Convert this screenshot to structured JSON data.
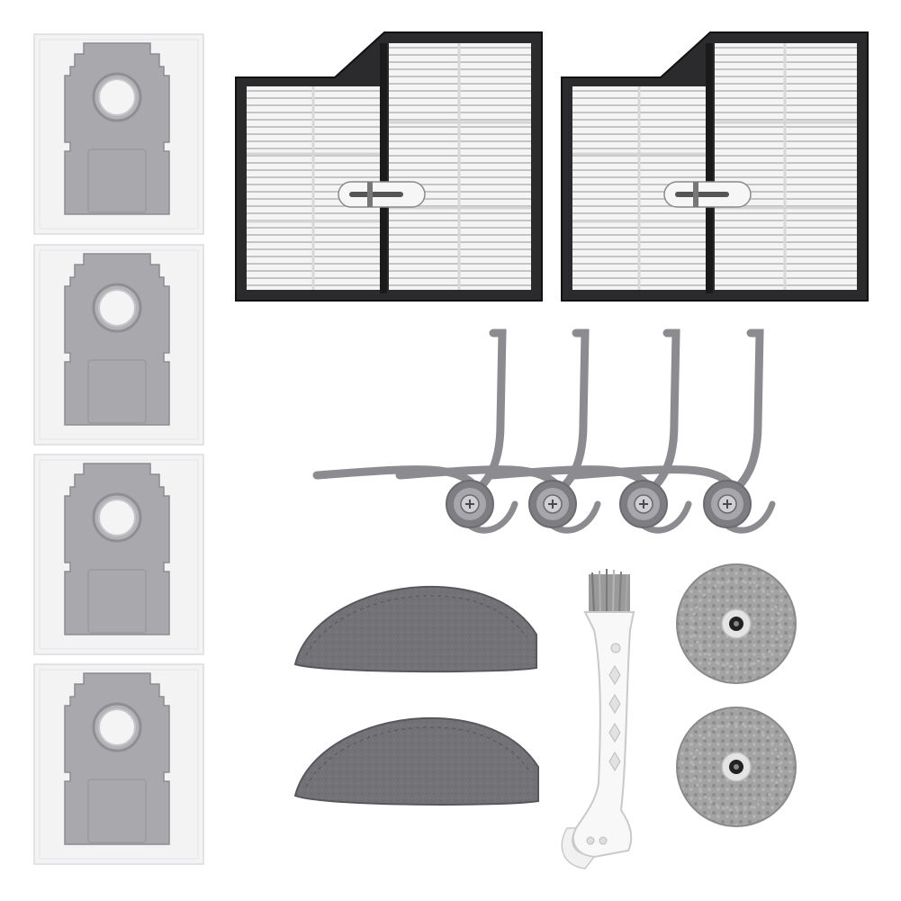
{
  "scene": {
    "background": "#ffffff",
    "colors": {
      "bag_paper": "#f3f3f4",
      "bag_paper_edge": "#dcdcdf",
      "bag_plate": "#a9a9ad",
      "bag_plate_edge": "#8d8d92",
      "filter_frame": "#2b2b2d",
      "filter_mesh": "#f2f2f2",
      "filter_pleat": "#bdbdbd",
      "brush_gray": "#8c8c90",
      "brush_dark": "#6c6c70",
      "mop_pad": "#6f6f73",
      "mop_pad_dark": "#555559",
      "tool_white": "#f7f7f7",
      "tool_bristle": "#8a8a8a",
      "round_mop": "#9d9d9d",
      "round_mop_dark": "#6e6e6e",
      "hub": "#222222"
    },
    "items": {
      "dust_bags": 4,
      "hepa_filters": 2,
      "side_brushes": 4,
      "mop_pads": 2,
      "cleaning_tools": 1,
      "round_mop_pads": 2
    }
  }
}
